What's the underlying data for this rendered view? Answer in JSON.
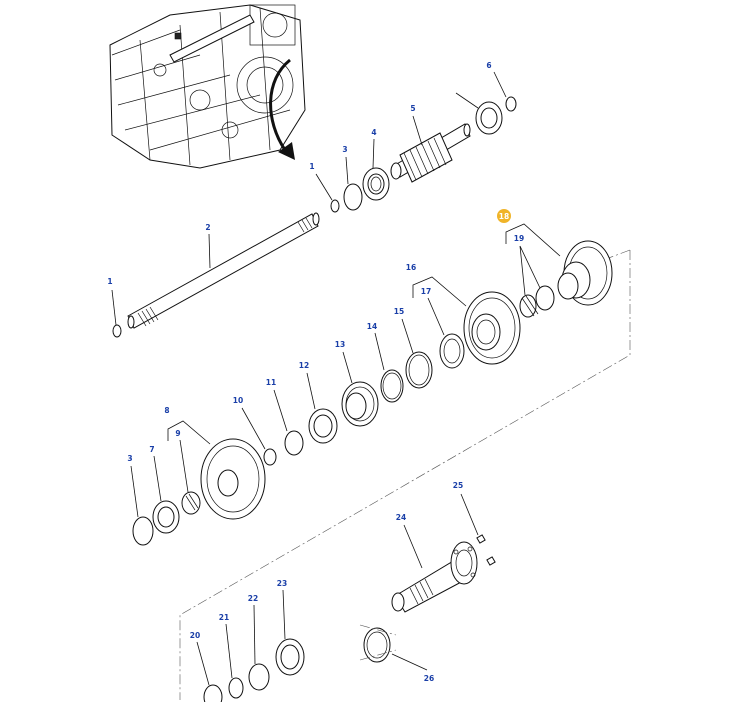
{
  "diagram": {
    "callouts": [
      "1",
      "2",
      "3",
      "4",
      "5",
      "6",
      "1",
      "16",
      "17",
      "18",
      "19",
      "15",
      "14",
      "13",
      "12",
      "11",
      "10",
      "8",
      "9",
      "3",
      "7",
      "25",
      "24",
      "23",
      "22",
      "21",
      "20",
      "26"
    ],
    "highlight_color": "#f0b429",
    "callout_color": "#1a3fa8",
    "line_color": "#111111"
  }
}
